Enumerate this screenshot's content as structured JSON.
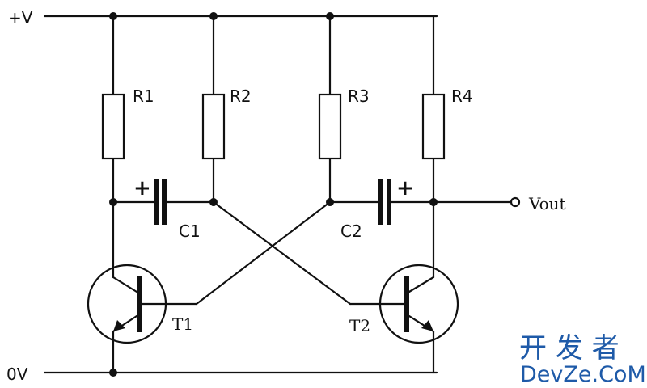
{
  "rails": {
    "positive": "+V",
    "ground": "0V"
  },
  "resistors": [
    "R1",
    "R2",
    "R3",
    "R4"
  ],
  "capacitors": {
    "c1": "C1",
    "c2": "C2",
    "polarity": "+"
  },
  "transistors": {
    "t1": "T1",
    "t2": "T2"
  },
  "output": {
    "label": "Vout"
  },
  "watermark": {
    "chinese": "开 发 者",
    "english": "DevZe.CoM"
  }
}
